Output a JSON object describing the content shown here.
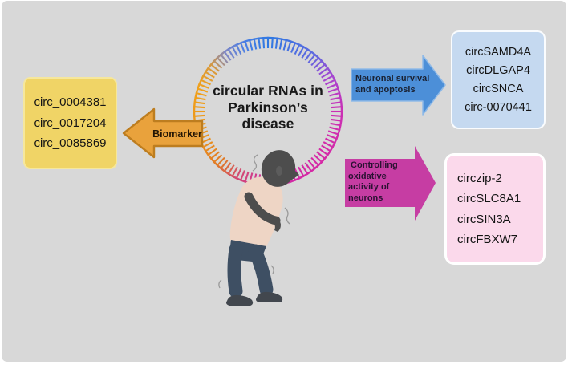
{
  "figure": {
    "center": {
      "title_lines": [
        "circular RNAs in",
        "Parkinson’s",
        "disease"
      ]
    },
    "biomarker_group": {
      "arrow_label": "Biomarker",
      "items": [
        "circ_0004381",
        "circ_0017204",
        "circ_0085869"
      ]
    },
    "neuronal_group": {
      "arrow_label_lines": [
        "Neuronal survival",
        "and apoptosis"
      ],
      "items": [
        "circSAMD4A",
        "circDLGAP4",
        "circSNCA",
        "circ-0070441"
      ]
    },
    "oxidative_group": {
      "arrow_label_lines": [
        " Controlling",
        "oxidative",
        "activity of",
        "neurons"
      ],
      "items": [
        "circzip-2",
        "circSLC8A1",
        "circSIN3A",
        "circFBXW7"
      ]
    },
    "colors": {
      "canvas_bg": "#d8d8d8",
      "biomarker_arrow_fill": "#e9a23c",
      "biomarker_arrow_stroke": "#bd7d1f",
      "biomarker_box_bg": "#f0d466",
      "neuronal_arrow_fill": "#4c8fd8",
      "neuronal_arrow_stroke": "#8fbae8",
      "neuronal_box_bg": "#c5d9f0",
      "oxidative_arrow_fill": "#c63da3",
      "oxidative_box_bg": "#fbd9eb",
      "ring_blue": "#3079e2",
      "ring_magenta": "#d02ba4",
      "ring_orange": "#f0a11c"
    }
  }
}
